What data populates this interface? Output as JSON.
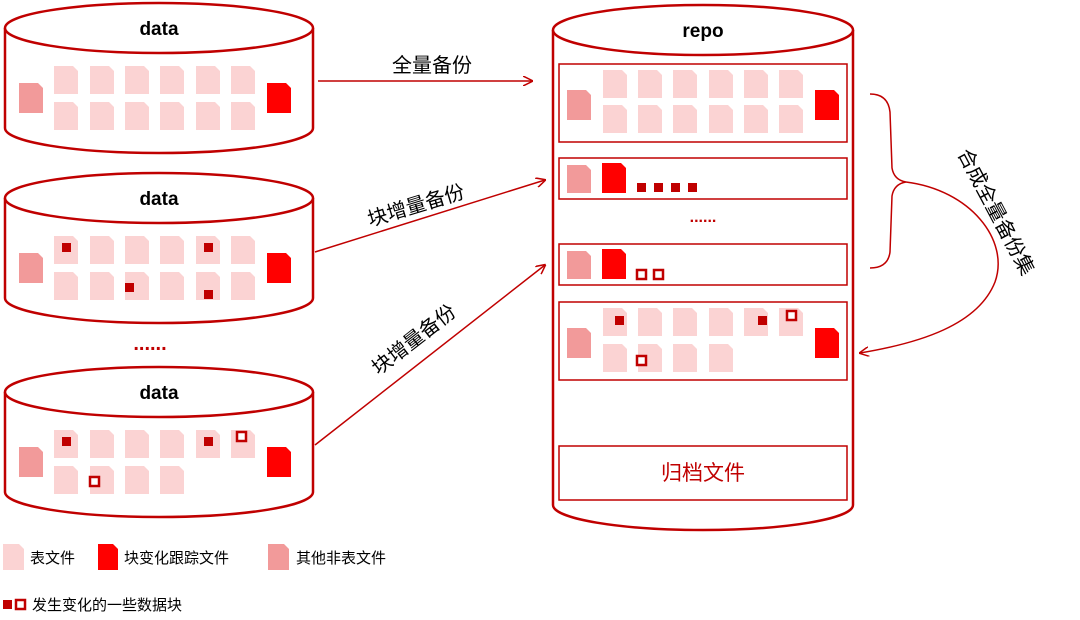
{
  "cylinders": {
    "data_top": "data",
    "data_mid": "data",
    "data_bottom": "data",
    "repo": "repo"
  },
  "arrows": {
    "full_backup": "全量备份",
    "incremental_1": "块增量备份",
    "incremental_2": "块增量备份",
    "synthesize": "合成全量备份集"
  },
  "ellipsis": "......",
  "repo_ellipsis": "......",
  "archive": "归档文件",
  "legend": {
    "table_file": "表文件",
    "block_tracking_file": "块变化跟踪文件",
    "other_file": "其他非表文件",
    "changed_blocks": "发生变化的一些数据块"
  },
  "colors": {
    "outline": "#c00000",
    "table_file": "#fbd3d3",
    "other_file": "#f29a9a",
    "tracking_file": "#ff0000",
    "block": "#c00000"
  }
}
